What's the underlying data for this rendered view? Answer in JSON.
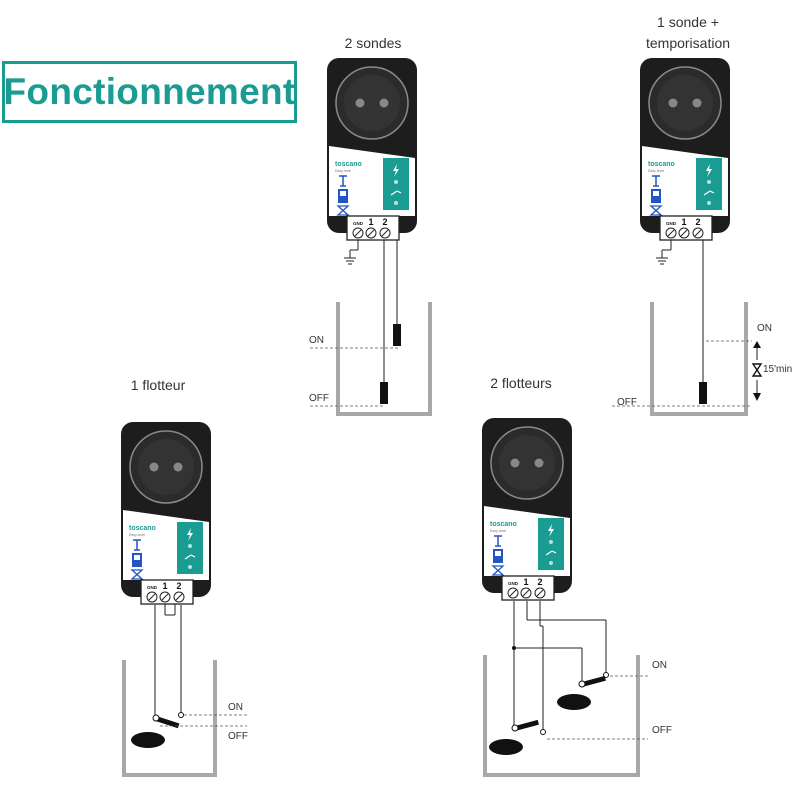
{
  "title": "Fonctionnement",
  "panels": {
    "two_probes": {
      "label": "2 sondes",
      "on": "ON",
      "off": "OFF"
    },
    "one_probe_delay": {
      "label_line1": "1 sonde +",
      "label_line2": "temporisation",
      "on": "ON",
      "off": "OFF",
      "delay": "15'min"
    },
    "one_float": {
      "label": "1 flotteur",
      "on": "ON",
      "off": "OFF"
    },
    "two_floats": {
      "label": "2 flotteurs",
      "on": "ON",
      "off": "OFF"
    }
  },
  "device": {
    "brand": "toscano",
    "model": "Easy-level",
    "terminals": [
      "GND",
      "1",
      "2"
    ]
  },
  "colors": {
    "accent": "#1a9c93",
    "device_body": "#1d1d1d",
    "blue": "#2455c4",
    "tank": "#a8a8a8"
  }
}
